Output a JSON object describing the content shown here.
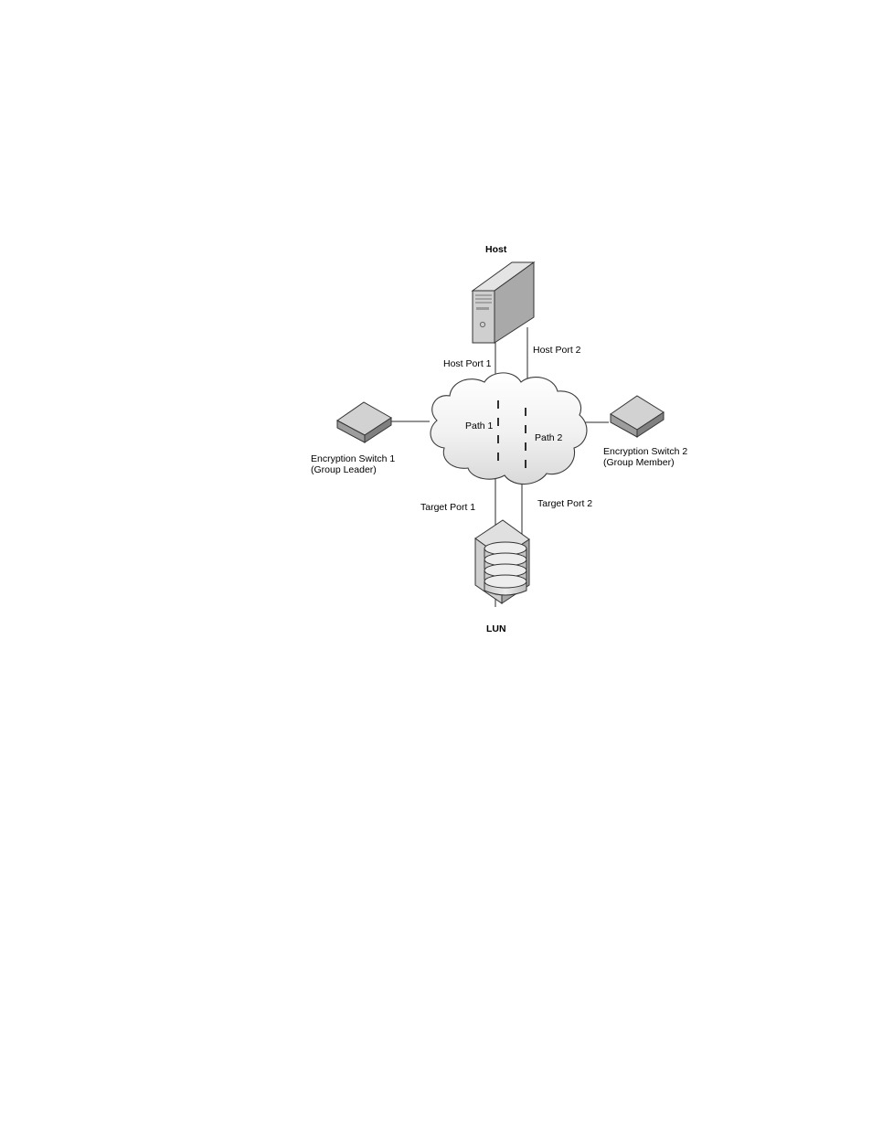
{
  "diagram": {
    "nodes": {
      "host": {
        "label": "Host",
        "icon": "server-tower-icon"
      },
      "switch1": {
        "label_line1": "Encryption Switch 1",
        "label_line2": "(Group Leader)",
        "icon": "switch-appliance-icon"
      },
      "switch2": {
        "label_line1": "Encryption Switch 2",
        "label_line2": "(Group Member)",
        "icon": "switch-appliance-icon"
      },
      "lun": {
        "label": "LUN",
        "icon": "storage-array-icon"
      },
      "fabric": {
        "icon": "cloud-network-icon"
      }
    },
    "ports": {
      "host_port_1": "Host Port 1",
      "host_port_2": "Host Port 2",
      "target_port_1": "Target Port 1",
      "target_port_2": "Target Port 2"
    },
    "paths": {
      "path_1": "Path 1",
      "path_2": "Path 2"
    }
  }
}
